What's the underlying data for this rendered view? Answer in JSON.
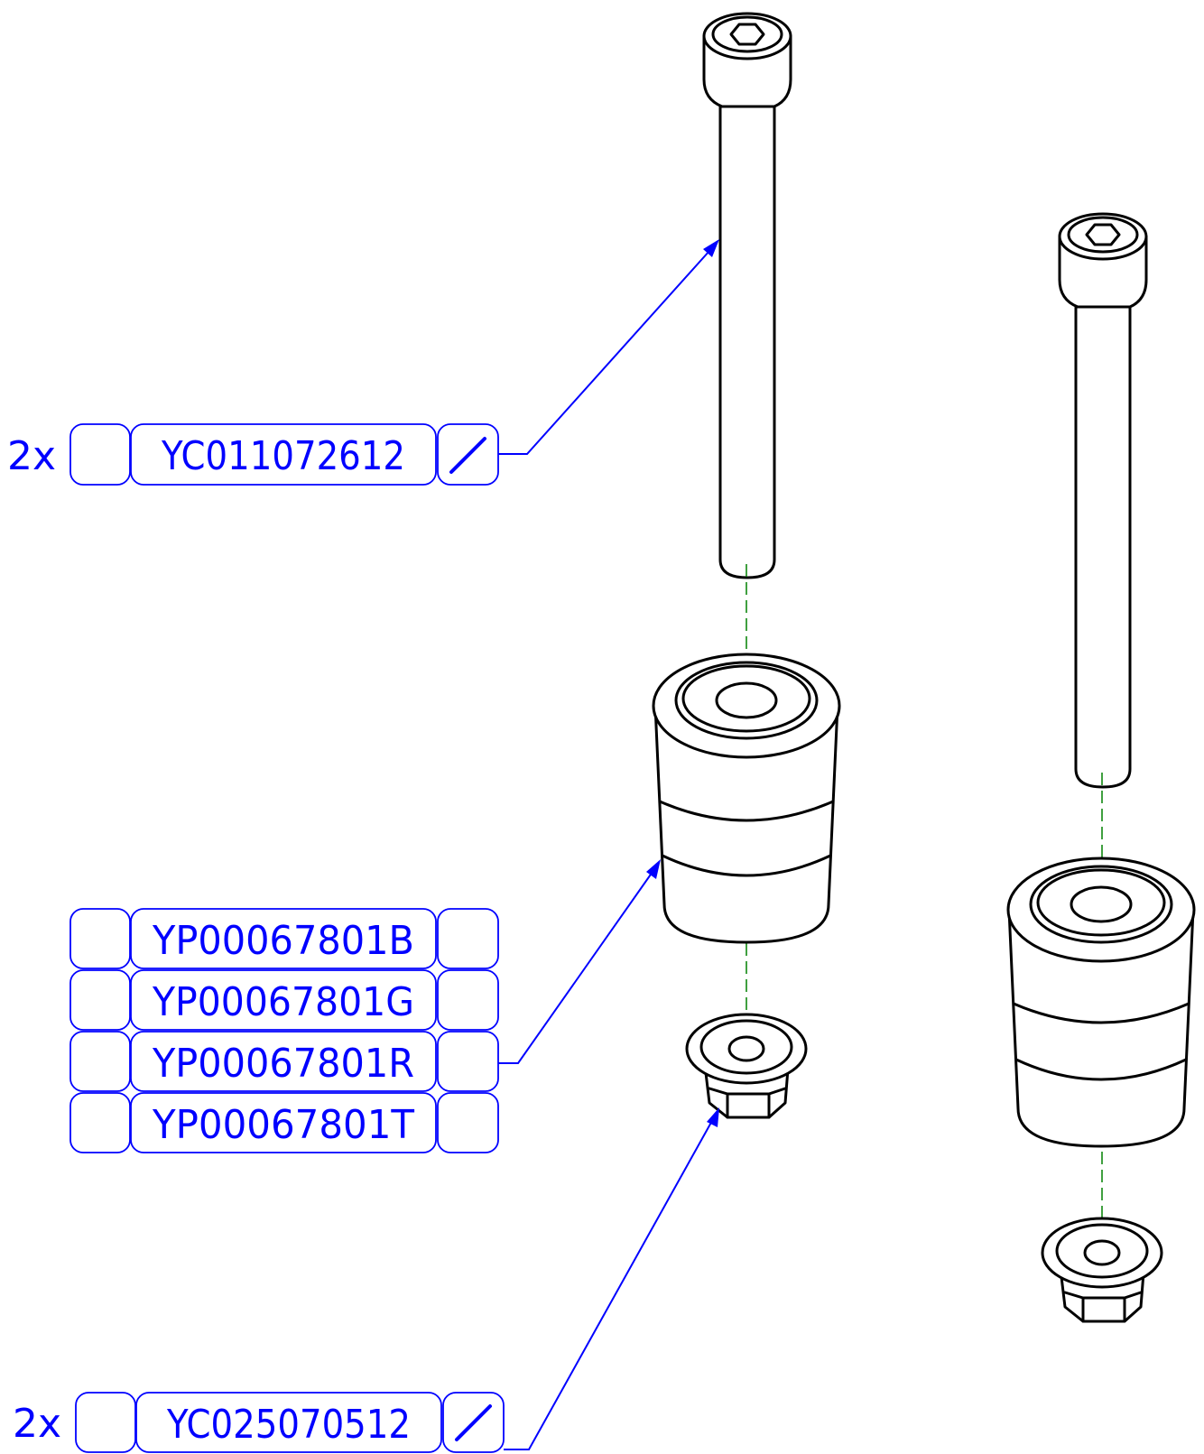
{
  "callouts": {
    "screw": {
      "qty": "2x",
      "code": "YC011072612"
    },
    "nut": {
      "qty": "2x",
      "code": "YC025070512"
    }
  },
  "spacer_variants": [
    {
      "code": "YP00067801B",
      "swatch_color": "#000000"
    },
    {
      "code": "YP00067801G",
      "swatch_color": "#ffff00"
    },
    {
      "code": "YP00067801R",
      "swatch_color": "#dd0000"
    },
    {
      "code": "YP00067801T",
      "swatch_color": "#b3b3b3"
    }
  ],
  "colors": {
    "annotation": "#0000ff",
    "centerline": "#008000",
    "part_outline": "#000000"
  },
  "icons": {
    "edit": "slash-icon"
  }
}
